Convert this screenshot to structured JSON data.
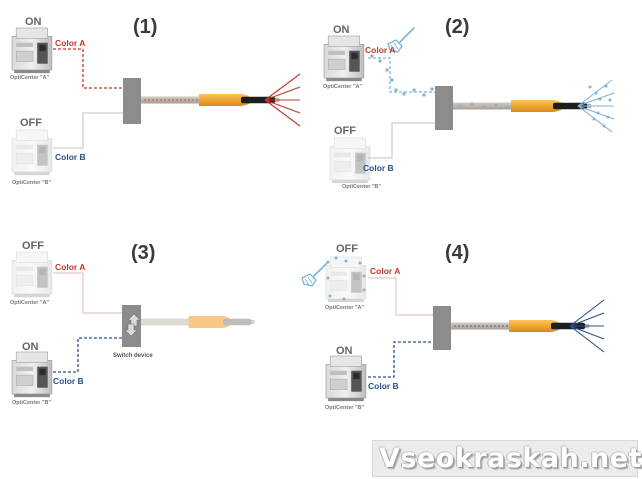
{
  "panels": [
    {
      "number": "(1)",
      "top": {
        "state": "ON",
        "color_label": "Color A",
        "unit_name": "OptiCenter \"A\""
      },
      "bottom": {
        "state": "OFF",
        "color_label": "Color B",
        "unit_name": "OptiCenter \"B\""
      }
    },
    {
      "number": "(2)",
      "top": {
        "state": "ON",
        "color_label": "Color A",
        "unit_name": "OptiCenter \"A\""
      },
      "bottom": {
        "state": "OFF",
        "color_label": "Color B",
        "unit_name": "OptiCenter \"B\""
      }
    },
    {
      "number": "(3)",
      "top": {
        "state": "OFF",
        "color_label": "Color A",
        "unit_name": "OptiCenter \"A\""
      },
      "bottom": {
        "state": "ON",
        "color_label": "Color B",
        "unit_name": "OptiCenter \"B\""
      },
      "switch_label": "Switch device"
    },
    {
      "number": "(4)",
      "top": {
        "state": "OFF",
        "color_label": "Color A",
        "unit_name": "OptiCenter \"A\""
      },
      "bottom": {
        "state": "ON",
        "color_label": "Color B",
        "unit_name": "OptiCenter \"B\""
      }
    }
  ],
  "watermark": "Vseokraskah.net",
  "colors": {
    "color_a": "#c0392b",
    "color_b": "#2c4f8c",
    "clean": "#7fb3d9",
    "gun_body": "#f4a93b",
    "switch_box": "#8c8c8c"
  }
}
